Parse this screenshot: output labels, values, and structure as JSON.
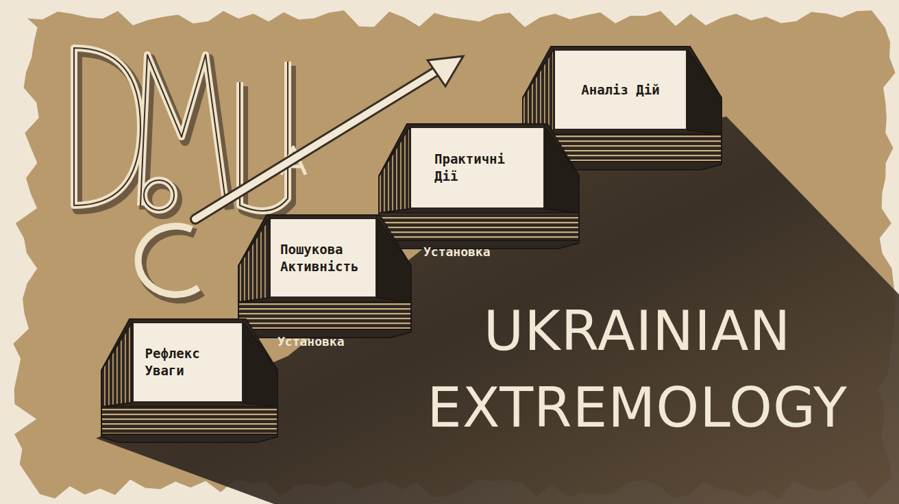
{
  "diagram": {
    "title": "UKRAINIAN EXTREMOLOGY",
    "nodes": [
      {
        "text": [
          "Рефлекс Уваги"
        ]
      },
      {
        "text": [
          "Пошукова Активність"
        ]
      },
      {
        "text": [
          "Практичні Дії"
        ]
      },
      {
        "text": [
          "Аналіз Дій"
        ]
      }
    ],
    "labels": [
      "Установка",
      "Установка"
    ]
  }
}
